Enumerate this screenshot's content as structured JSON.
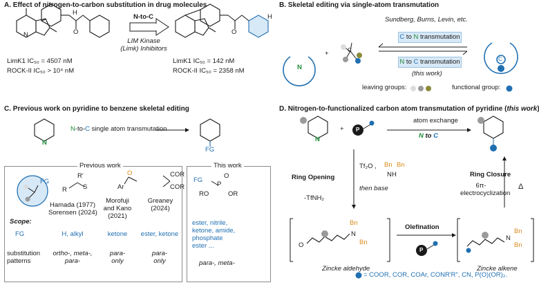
{
  "colors": {
    "blue": "#1f6fb2",
    "green": "#1e8c3a",
    "orange": "#d98a1a",
    "grey": "#9a9a9a",
    "olive": "#8a8a3a"
  },
  "panelA": {
    "title": "A.  Effect of nitrogen-to-carbon substitution in drug molecules",
    "arrow_top": "N-to-C",
    "arrow_bottom": "LIM Kinase\n(Limk) Inhibitors",
    "left_vals": [
      "LimK1 IC₅₀ = 4507 nM",
      "ROCK-II IC₅₀ > 10⁴ nM"
    ],
    "right_vals": [
      "LimK1 IC₅₀ = 142 nM",
      "ROCK-II IC₅₀ = 2358 nM"
    ],
    "atoms": {
      "N": "N",
      "H": "H",
      "O": "O"
    }
  },
  "panelB": {
    "title": "B.  Skeletal editing via single-atom transmutation",
    "authors": "Sundberg, Burns, Levin, etc.",
    "box1": {
      "a": "C",
      "mid": " to ",
      "b": "N",
      "rest": " transmutation"
    },
    "box2": {
      "a": "N",
      "mid": " to ",
      "b": "C",
      "rest": " transmutation"
    },
    "this_work": "(this work)",
    "plus": "+",
    "leaving": "leaving groups:",
    "functional": "functional group:",
    "atomN": "N",
    "atomC": "C"
  },
  "panelC": {
    "title": "C.  Previous work on pyridine to benzene skeletal editing",
    "transmutation": {
      "a": "N",
      "mid": "-to-",
      "b": "C",
      "rest": " single atom transmutation"
    },
    "atomN": "N",
    "fg": "FG",
    "previous_header": "Previous work",
    "this_header": "This work",
    "authors": [
      "Hamada (1977)\nSorensen (2024)",
      "Morofuji\nand Kano\n(2021)",
      "Greaney\n(2024)"
    ],
    "scope_label": "Scope:",
    "fg_label": "FG",
    "fg_values": [
      "H, alkyl",
      "ketone",
      "ester, ketone"
    ],
    "this_fg": "ester, nitrile,\nketone, amide,\nphosphate\nester ...",
    "subst_label": "substitution\npatterns",
    "subst_values": [
      "ortho-, meta-,\npara-",
      "para-\nonly",
      "para-\nonly"
    ],
    "this_subst": "para-, meta-",
    "struct_labels": {
      "R": "R",
      "Rp": "R'",
      "S": "S",
      "Ar": "Ar",
      "COR": "COR",
      "P": "P",
      "RO": "RO",
      "OR": "OR",
      "O": "O"
    }
  },
  "panelD": {
    "title": "D.  Nitrogen-to-functionalized carbon atom transmutation of pyridine (",
    "title_it": "this work",
    "title_end": ")",
    "plus": "+",
    "exchange": "atom exchange",
    "exchange_b": {
      "a": "N",
      "mid": " to ",
      "b": "C"
    },
    "ring_opening": "Ring Opening",
    "tf2o": "Tf₂O ,",
    "then_base": "then base",
    "minus": "-TfNH₂",
    "ring_closure": "Ring Closure",
    "delta": "Δ",
    "electro": "6π-\nelectrocyclization",
    "olefination": "Olefination",
    "zincke_ald": "Zincke aldehyde",
    "zincke_alk": "Zincke alkene",
    "bn": "Bn",
    "atomN": "N",
    "atomO": "O",
    "atomH": "H",
    "P": "P",
    "footer": "= COOR, COR, COAr, CONR'R\", CN, P(O)(OR)₂."
  }
}
